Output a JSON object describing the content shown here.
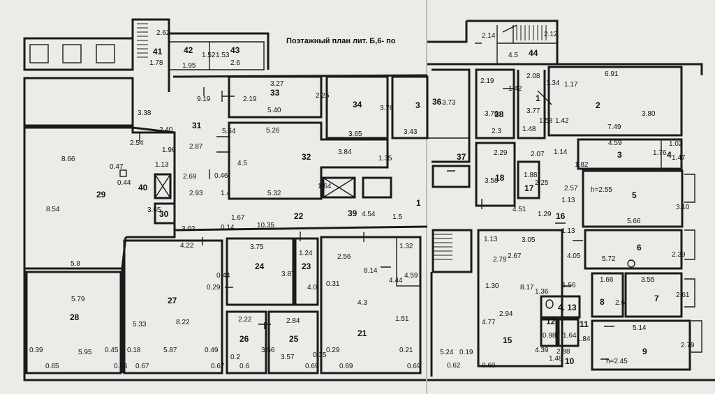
{
  "plan": {
    "title": "Поэтажный план лит. Б,6- по",
    "left_sheet_rooms": [
      "41",
      "42",
      "43",
      "33",
      "34",
      "36",
      "31",
      "32",
      "29",
      "40",
      "30",
      "22",
      "39",
      "28",
      "27",
      "24",
      "23",
      "21",
      "26",
      "25"
    ],
    "right_sheet_rooms": [
      "44",
      "38",
      "1",
      "2",
      "37",
      "3",
      "4",
      "18",
      "17",
      "16",
      "5",
      "6",
      "15",
      "8",
      "7",
      "13",
      "12",
      "11",
      "10",
      "9"
    ],
    "heights": [
      "h=2.55",
      "h=2.45"
    ],
    "dimensions": {
      "d262": "2.62",
      "d178": "1.78",
      "d195": "1.95",
      "d152": "1.52",
      "d153": "1.53",
      "d26": "2.6",
      "d327": "3.27",
      "d219a": "2.19",
      "d225a": "2.25",
      "d540": "5.40",
      "d919": "9.19",
      "d376a": "3.76",
      "d365": "3.65",
      "d343": "3.43",
      "d373": "3.73",
      "d338": "3.38",
      "d240": "2.40",
      "d254": "2.54",
      "d196": "1.96",
      "d113a": "1.13",
      "d866": "8.66",
      "d047": "0.47",
      "d044": "0.44",
      "d854": "8.54",
      "d365b": "3.65",
      "d526": "5.26",
      "d554": "5.54",
      "d287": "2.87",
      "d384": "3.84",
      "d135": "1.35",
      "d45": "4.5",
      "d046": "0.46",
      "d269": "2.69",
      "d293": "2.93",
      "d14": "1.4",
      "d164": "1.64",
      "d532": "5.32",
      "d454": "4.54",
      "d15": "1.5",
      "d302": "3.02",
      "d014": "0.14",
      "d167": "1.67",
      "d1035": "10.35",
      "d422": "4.22",
      "d58": "5.8",
      "d375": "3.75",
      "d124": "1.24",
      "d387": "3.87",
      "d40": "4.0",
      "d256": "2.56",
      "d814": "8.14",
      "d444": "4.44",
      "d459": "4.59",
      "d132": "1.32",
      "d031": "0.31",
      "d43": "4.3",
      "d151": "1.51",
      "d044b": "0.44",
      "d029": "0.29",
      "d579": "5.79",
      "d533": "5.33",
      "d822": "8.22",
      "d039": "0.39",
      "d065": "0.65",
      "d595": "5.95",
      "d045": "0.45",
      "d066": "0.66",
      "d018": "0.18",
      "d067": "0.67",
      "d587": "5.87",
      "d049": "0.49",
      "d067b": "0.67",
      "d222": "2.22",
      "d284": "2.84",
      "d02": "0.2",
      "d06": "0.6",
      "d356": "3.56",
      "d357": "3.57",
      "d035": "0.35",
      "d069": "0.69",
      "d029b": "0.29",
      "d069b": "0.69",
      "d021": "0.21",
      "d069c": "0.69",
      "r214": "2.14",
      "r212": "2.12",
      "r45": "4.5",
      "r219": "2.19",
      "r142": "1.42",
      "r208": "2.08",
      "r134": "1.34",
      "r117": "1.17",
      "r691": "6.91",
      "r376": "3.76",
      "r377": "3.77",
      "r380": "3.80",
      "r23": "2.3",
      "r148": "1.48",
      "r158": "1.58",
      "r142b": "1.42",
      "r749": "7.49",
      "r229": "2.29",
      "r207": "2.07",
      "r114": "1.14",
      "r459": "4.59",
      "r102": "1.02",
      "r182": "1.82",
      "r176": "1.76",
      "r147": "1.47",
      "r358": "3.58",
      "r188": "1.88",
      "r225": "2.25",
      "r257": "2.57",
      "r113a": "1.13",
      "r310": "3.10",
      "r451": "4.51",
      "r129": "1.29",
      "r566": "5.66",
      "r113b": "1.13",
      "r113c": "1.13",
      "r305": "3.05",
      "r279": "2.79",
      "r267": "2.67",
      "r405": "4.05",
      "r572": "5.72",
      "r239": "2.39",
      "r130": "1.30",
      "r817": "8.17",
      "r136": "1.36",
      "r156": "1.56",
      "r166": "1.66",
      "r355": "3.55",
      "r26": "2.6",
      "r261": "2.61",
      "r477": "4.77",
      "r294": "2.94",
      "r524": "5.24",
      "r019": "0.19",
      "r062": "0.62",
      "r069": "0.69",
      "r439": "4.39",
      "r098": "0.98",
      "r164": "1.64",
      "r184": "1.84",
      "r288": "2.88",
      "r148b": "1.48",
      "r514": "5.14",
      "r279b": "2.79"
    }
  }
}
